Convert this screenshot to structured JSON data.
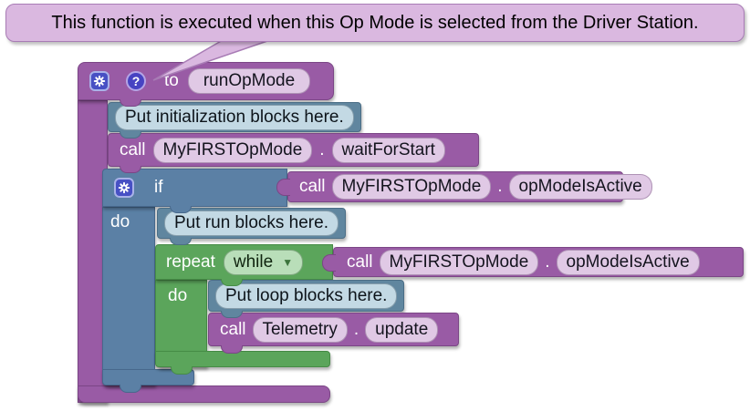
{
  "tooltip": {
    "text": "This function is executed when this Op Mode is selected from the Driver Station."
  },
  "palette": {
    "procedure_purple": "#995ba5",
    "logic_blue": "#5b80a5",
    "comment_blue": "#60869f",
    "loop_green": "#5ba55b",
    "mutator_icon_blue": "#4750c4",
    "tooltip_lavender": "#dab8e0",
    "field_lavender": "#e0c9e5",
    "field_light_blue": "#c3d9e4",
    "field_light_green": "#b9deb9"
  },
  "function_block": {
    "to_label": "to",
    "name": "runOpMode"
  },
  "init_comment": {
    "text": "Put initialization blocks here."
  },
  "wait_call": {
    "call_label": "call",
    "object": "MyFIRSTOpMode",
    "dot": ".",
    "method": "waitForStart"
  },
  "if_block": {
    "if_label": "if",
    "do_label": "do"
  },
  "if_condition": {
    "call_label": "call",
    "object": "MyFIRSTOpMode",
    "dot": ".",
    "method": "opModeIsActive"
  },
  "run_comment": {
    "text": "Put run blocks here."
  },
  "repeat_block": {
    "repeat_label": "repeat",
    "mode_dropdown": "while",
    "do_label": "do"
  },
  "repeat_condition": {
    "call_label": "call",
    "object": "MyFIRSTOpMode",
    "dot": ".",
    "method": "opModeIsActive"
  },
  "loop_comment": {
    "text": "Put loop blocks here."
  },
  "telemetry_call": {
    "call_label": "call",
    "object": "Telemetry",
    "dot": ".",
    "method": "update"
  }
}
